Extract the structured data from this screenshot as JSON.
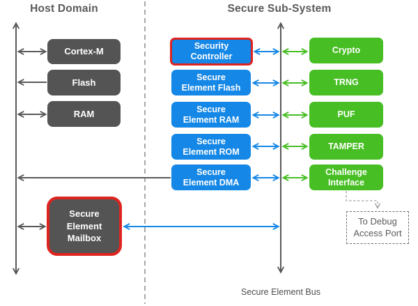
{
  "titles": {
    "host": "Host Domain",
    "secure": "Secure Sub-System"
  },
  "host": {
    "boxes": [
      {
        "label": "Cortex-M"
      },
      {
        "label": "Flash"
      },
      {
        "label": "RAM"
      }
    ],
    "mailbox": {
      "label": "Secure\nElement\nMailbox",
      "highlighted": true
    }
  },
  "secure": {
    "blue_boxes": [
      {
        "label": "Security\nController",
        "highlighted": true
      },
      {
        "label": "Secure\nElement Flash"
      },
      {
        "label": "Secure\nElement RAM"
      },
      {
        "label": "Secure\nElement ROM"
      },
      {
        "label": "Secure\nElement DMA"
      }
    ],
    "green_boxes": [
      {
        "label": "Crypto"
      },
      {
        "label": "TRNG"
      },
      {
        "label": "PUF"
      },
      {
        "label": "TAMPER"
      },
      {
        "label": "Challenge\nInterface"
      }
    ],
    "debug_box": {
      "label": "To Debug\nAccess Port"
    },
    "bus_label": "Secure Element Bus"
  },
  "colors": {
    "box_dark": "#545454",
    "box_blue": "#1587e6",
    "box_green": "#47be23",
    "highlight_red": "#df231e",
    "line_gray": "#595959",
    "divider_gray": "#8c8c8c",
    "background": "#ffffff"
  }
}
